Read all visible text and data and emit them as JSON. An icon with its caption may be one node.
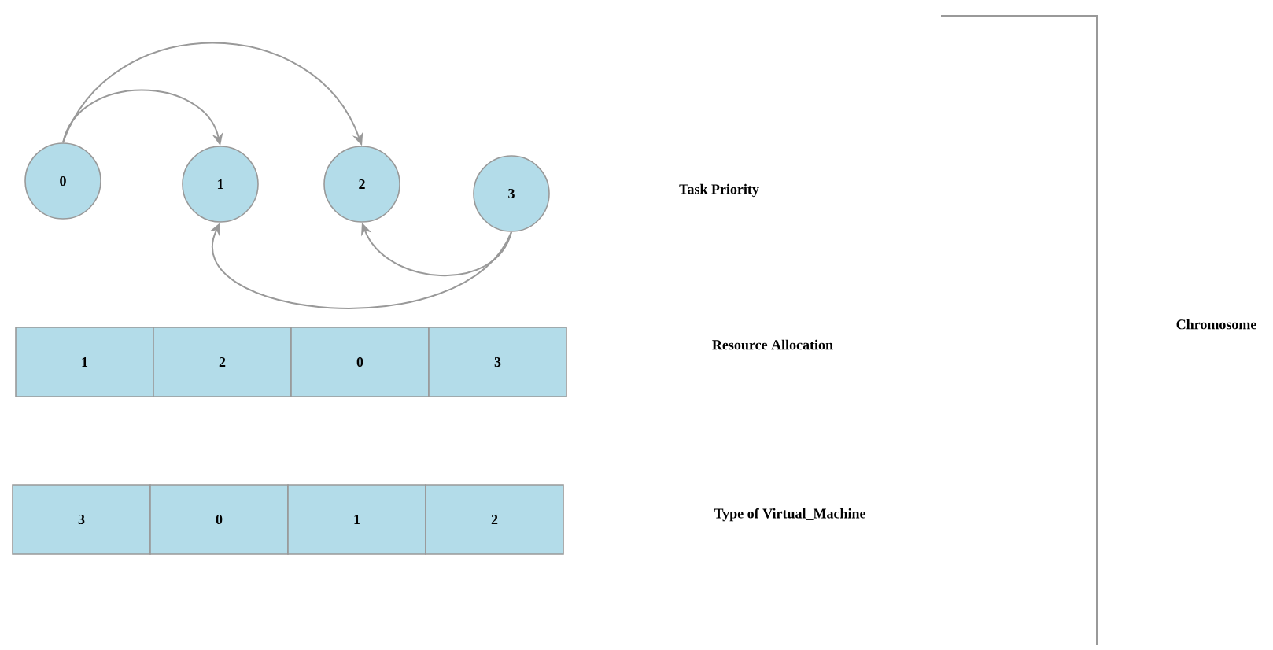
{
  "diagram": {
    "nodes": [
      {
        "text": [
          "0"
        ]
      },
      {
        "text": [
          "1"
        ]
      },
      {
        "text": [
          "2"
        ]
      },
      {
        "text": [
          "3"
        ]
      },
      {
        "text": [
          "1"
        ]
      },
      {
        "text": [
          "2"
        ]
      },
      {
        "text": [
          "0"
        ]
      },
      {
        "text": [
          "3"
        ]
      },
      {
        "text": [
          "3"
        ]
      },
      {
        "text": [
          "0"
        ]
      },
      {
        "text": [
          "1"
        ]
      },
      {
        "text": [
          "2"
        ]
      }
    ],
    "edges": [
      {
        "from": 0,
        "to": 1,
        "arrow": "to"
      },
      {
        "from": 0,
        "to": 2,
        "arrow": "to"
      },
      {
        "from": 3,
        "to": 2,
        "arrow": "to"
      },
      {
        "from": 3,
        "to": 1,
        "arrow": "to"
      }
    ],
    "labels": [
      "Task Priority",
      "Resource Allocation",
      "Type of Virtual_Machine",
      "Chromosome"
    ]
  }
}
